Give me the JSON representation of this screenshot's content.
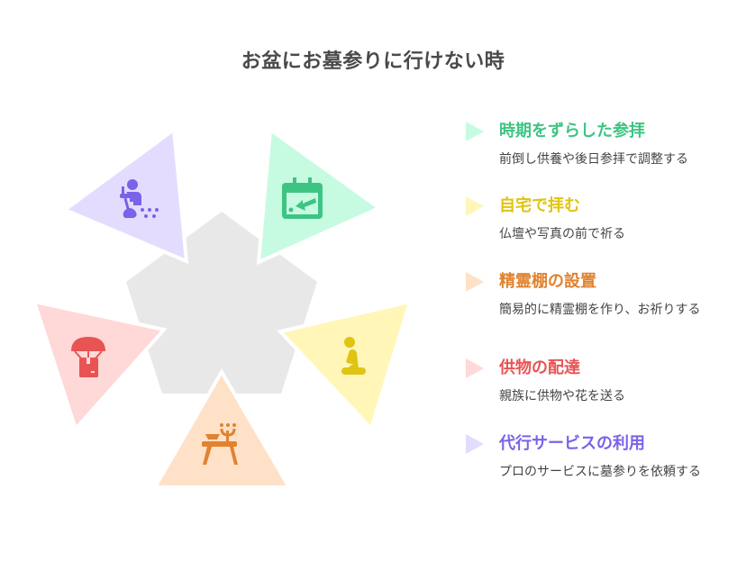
{
  "title": "お盆にお墓参りに行けない時",
  "colors": {
    "center": "#e8e8e8",
    "green_light": "#c6fbe2",
    "green_dark": "#3ec482",
    "yellow_light": "#fff6b8",
    "yellow_dark": "#e0c413",
    "orange_light": "#ffe1c8",
    "orange_dark": "#e0832f",
    "red_light": "#ffd8d8",
    "red_dark": "#e85454",
    "purple_light": "#e4dcff",
    "purple_dark": "#7b62e8",
    "desc_text": "#444444"
  },
  "items": [
    {
      "title": "時期をずらした参拝",
      "desc": "前倒し供養や後日参拝で調整する",
      "icon": "calendar-arrow-icon",
      "color": "#3ec482",
      "marker": "#c6fbe2"
    },
    {
      "title": "自宅で拝む",
      "desc": "仏壇や写真の前で祈る",
      "icon": "kneeling-person-icon",
      "color": "#e0c413",
      "marker": "#fff6b8"
    },
    {
      "title": "精霊棚の設置",
      "desc": "簡易的に精霊棚を作り、お祈りする",
      "icon": "altar-table-icon",
      "color": "#e0832f",
      "marker": "#ffe1c8"
    },
    {
      "title": "供物の配達",
      "desc": "親族に供物や花を送る",
      "icon": "parachute-package-icon",
      "color": "#e85454",
      "marker": "#ffd8d8"
    },
    {
      "title": "代行サービスの利用",
      "desc": "プロのサービスに墓参りを依頼する",
      "icon": "cleaning-person-icon",
      "color": "#7b62e8",
      "marker": "#e4dcff"
    }
  ]
}
